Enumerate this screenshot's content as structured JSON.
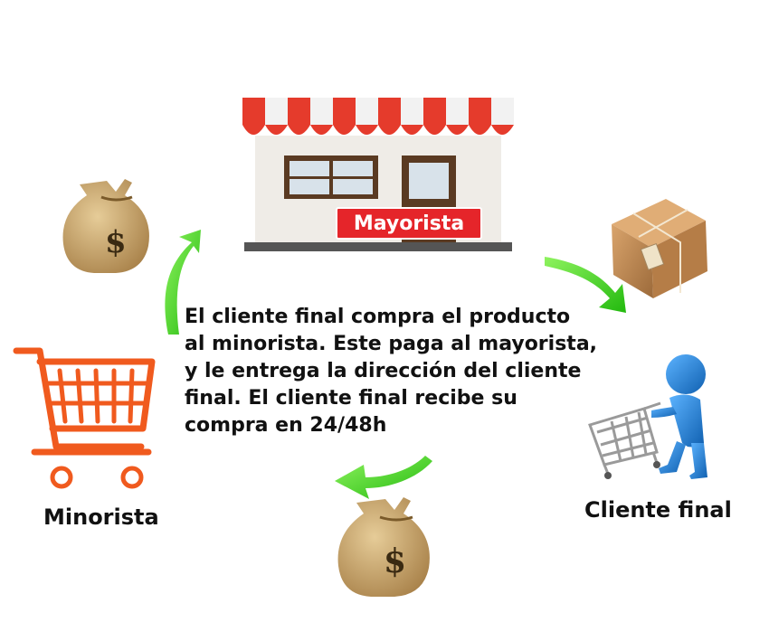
{
  "nodes": {
    "wholesaler": {
      "sign": "Mayorista"
    },
    "retailer": {
      "label": "Minorista"
    },
    "final_customer": {
      "label": "Cliente final"
    }
  },
  "description": {
    "lines": [
      "El cliente final compra el producto",
      "al minorista. Este paga al mayorista,",
      "y le entrega la dirección del cliente",
      "final. El cliente final recibe su",
      "compra en 24/48h"
    ]
  },
  "icons": {
    "money_bag_symbol": "$"
  },
  "colors": {
    "arrow_green": "#3cd11e",
    "awning_red": "#e53b2c",
    "cart_orange": "#f05a1e",
    "sign_red": "#e5252a",
    "person_blue": "#2b8ee6",
    "bag_tan": "#c9a46e",
    "box_brown": "#c38b55"
  }
}
